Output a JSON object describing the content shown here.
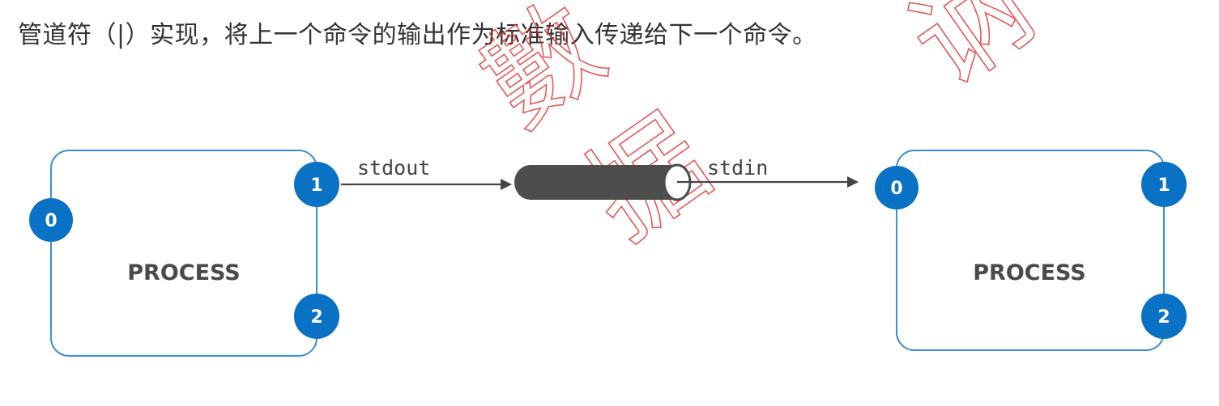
{
  "caption": "管道符（|）实现，将上一个命令的输出作为标准输入传递给下一个命令。",
  "watermark": {
    "chars": [
      "數",
      "据",
      "讷"
    ]
  },
  "colors": {
    "process_border": "#3b8fd9",
    "port_fill": "#0a72c4",
    "pipe_fill": "#4d4d4d",
    "arrow": "#444444",
    "watermark": "#e23b3b"
  },
  "left_process": {
    "label": "PROCESS",
    "ports": {
      "stdin": "0",
      "stdout": "1",
      "stderr": "2"
    }
  },
  "right_process": {
    "label": "PROCESS",
    "ports": {
      "stdin": "0",
      "stdout": "1",
      "stderr": "2"
    }
  },
  "pipe": {
    "input_label": "stdout",
    "output_label": "stdin"
  }
}
